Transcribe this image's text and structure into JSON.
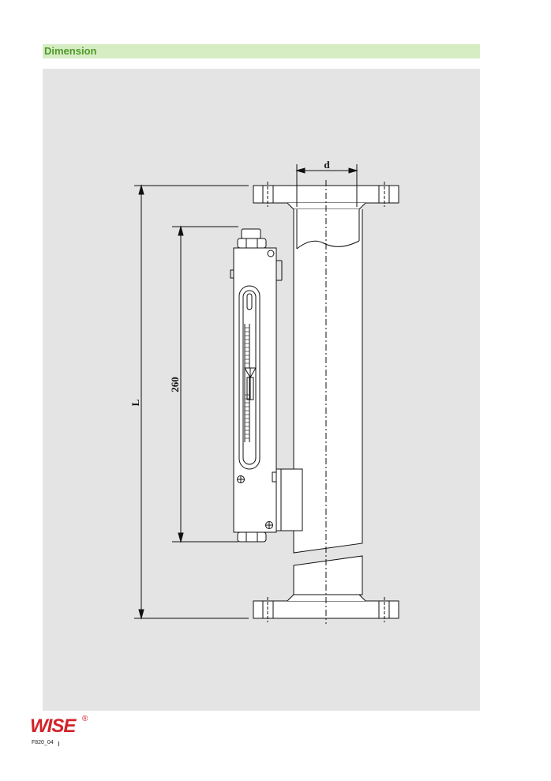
{
  "section": {
    "title": "Dimension"
  },
  "drawing": {
    "label_d": "d",
    "label_L": "L",
    "label_260": "260"
  },
  "brand": {
    "logo": "WISE",
    "registered": "®"
  },
  "footer": {
    "code": "F820_04"
  }
}
